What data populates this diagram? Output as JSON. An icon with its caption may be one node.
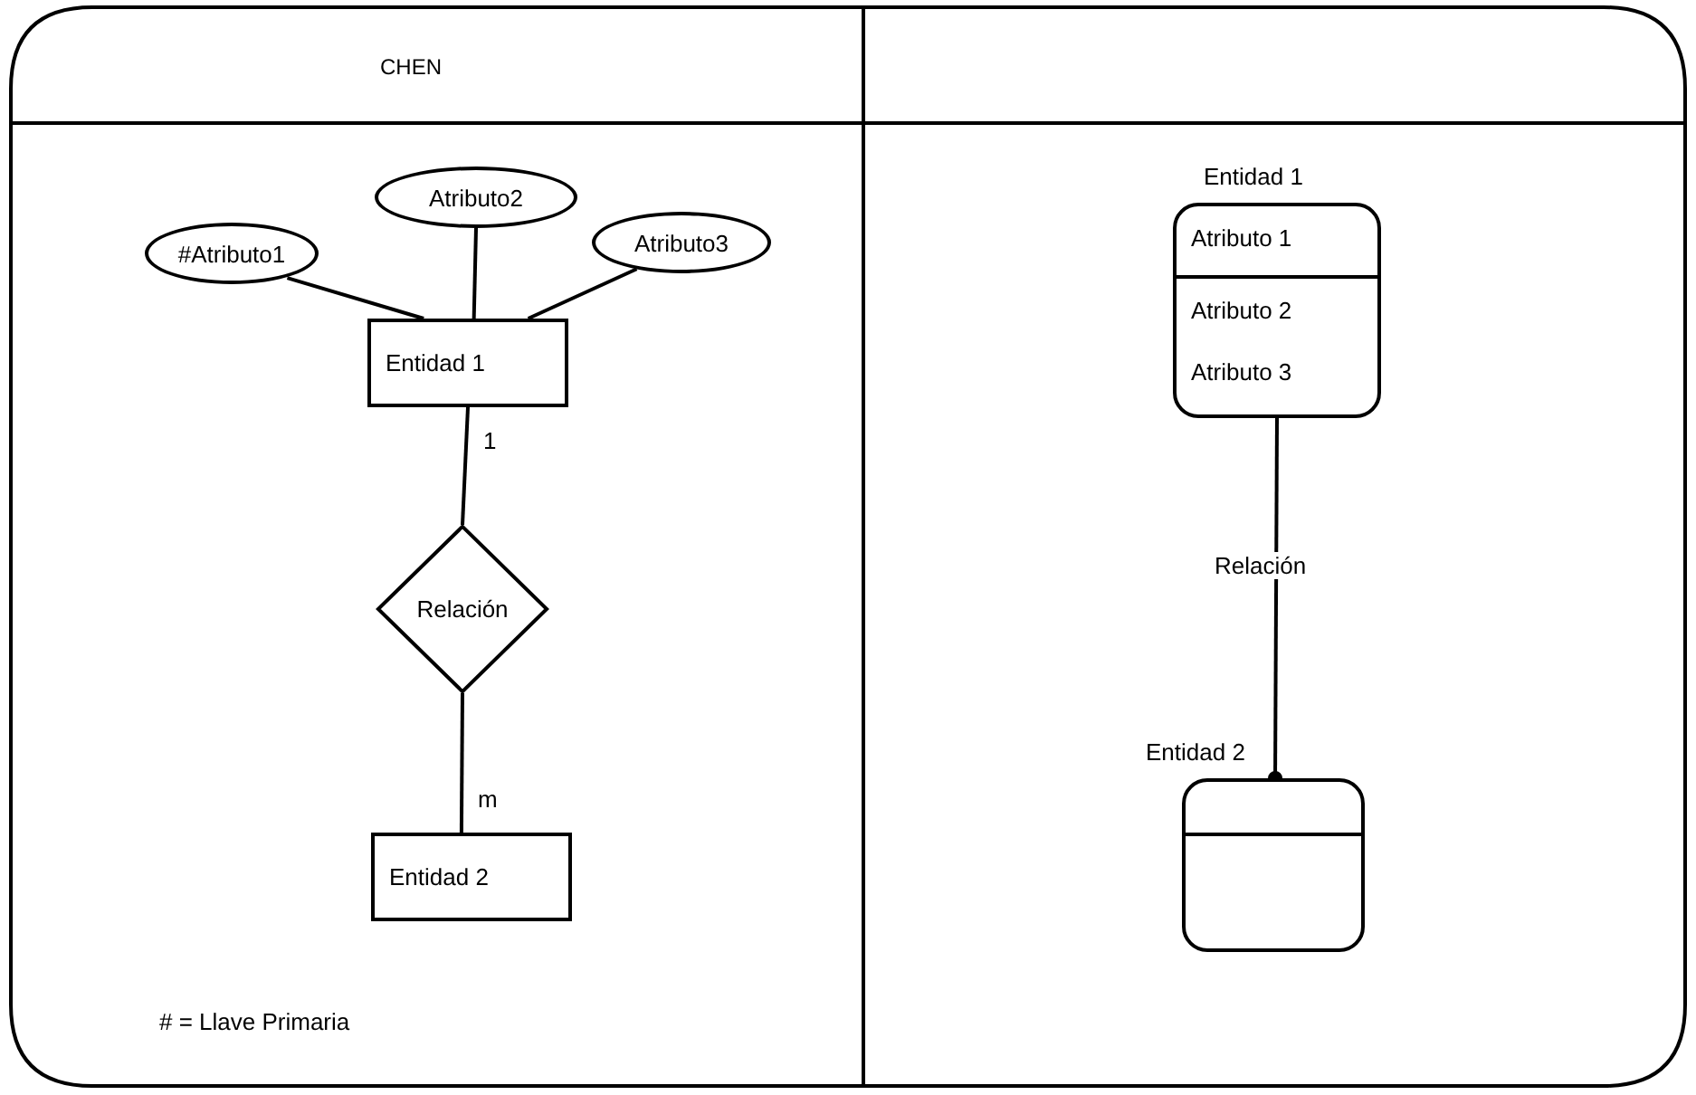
{
  "diagram": {
    "nodes": [
      {
        "text": [
          "#Atributo1"
        ]
      },
      {
        "text": [
          "Atributo2"
        ]
      },
      {
        "text": [
          "Atributo3"
        ]
      },
      {
        "text": [
          "Entidad 1"
        ]
      },
      {
        "text": [
          "Relación"
        ]
      },
      {
        "text": [
          "Entidad 2"
        ]
      },
      {
        "text": [
          "Entidad 1",
          "Atributo 1",
          "Atributo 2",
          "Atributo 3"
        ]
      },
      {
        "text": [
          "Entidad 2"
        ]
      }
    ],
    "edges": [
      {
        "from": 0,
        "to": 3,
        "arrow": "none"
      },
      {
        "from": 1,
        "to": 3,
        "arrow": "none"
      },
      {
        "from": 2,
        "to": 3,
        "arrow": "none"
      },
      {
        "from": 3,
        "to": 4,
        "arrow": "none",
        "label": "1"
      },
      {
        "from": 4,
        "to": 5,
        "arrow": "none",
        "label": "m"
      },
      {
        "from": 6,
        "to": 7,
        "arrow": "other",
        "label": "Relación"
      }
    ],
    "labels": [
      "CHEN",
      "# = Llave Primaria"
    ]
  }
}
